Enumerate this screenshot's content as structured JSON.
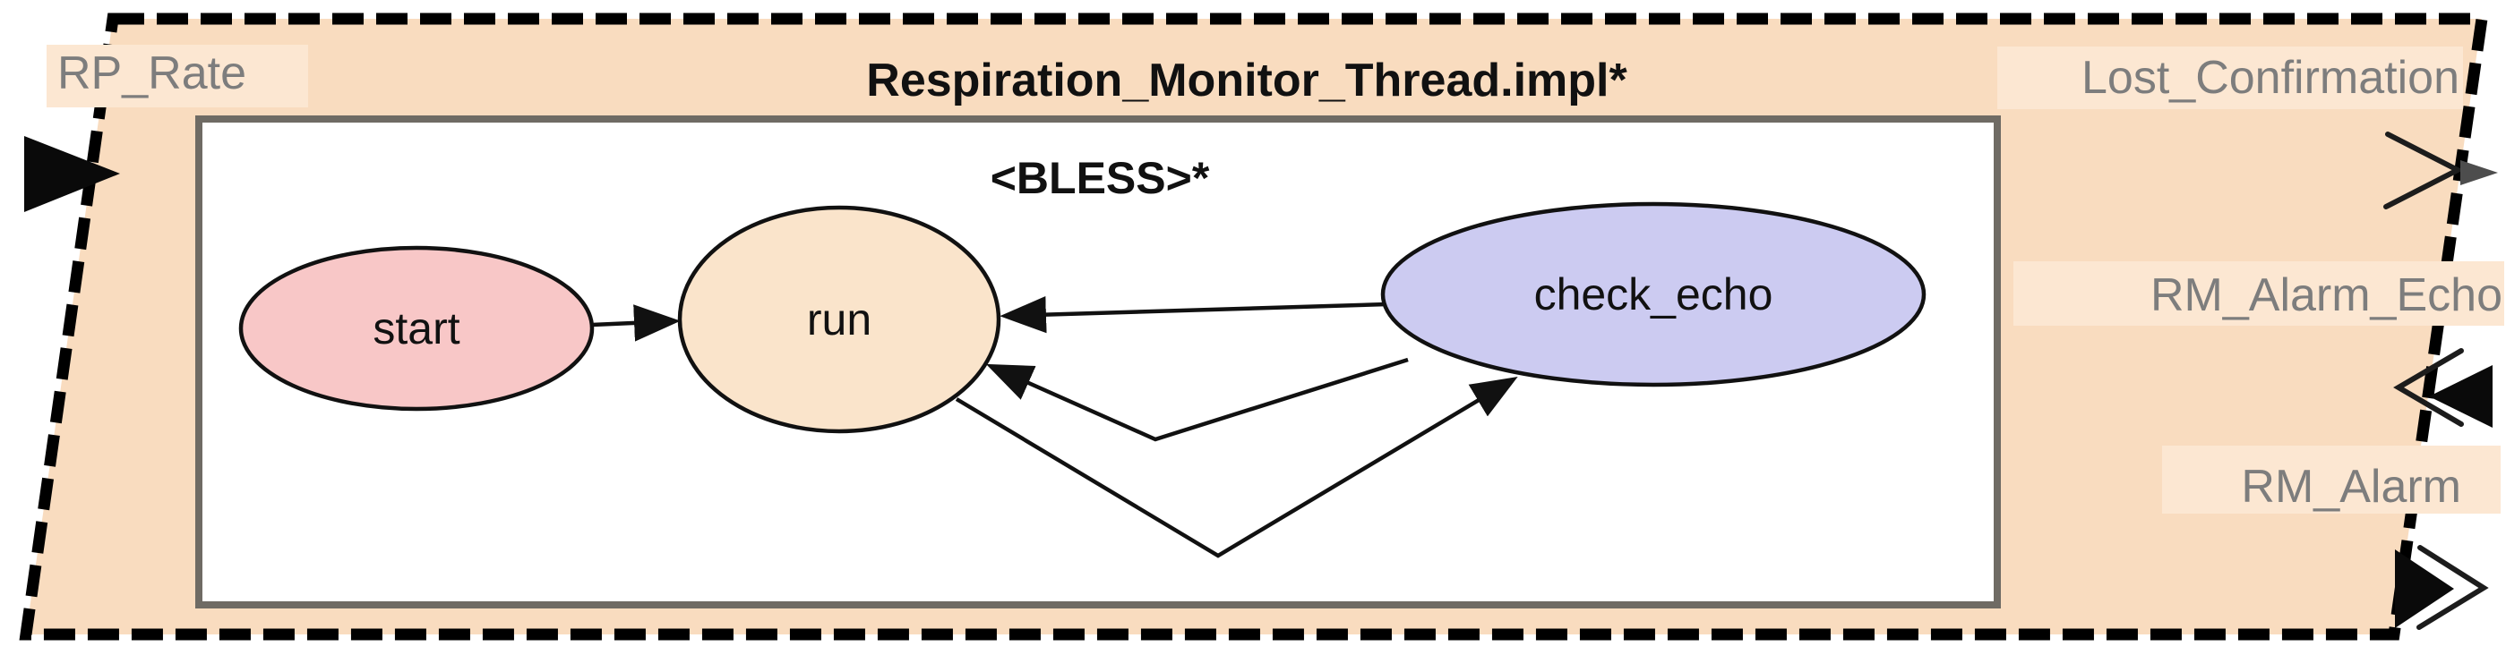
{
  "thread": {
    "title": "Respiration_Monitor_Thread.impl*",
    "annotation": "<BLESS>*",
    "fill": "#f9dcbf",
    "label_bg": "#fce7d2",
    "border_color": "#000000",
    "inner_fill": "#ffffff",
    "inner_border_color": "#6f6b64",
    "port_label_color": "#7d7d7d"
  },
  "states": [
    {
      "label": "start",
      "fill": "#f8c7c7"
    },
    {
      "label": "run",
      "fill": "#fae4cb"
    },
    {
      "label": "check_echo",
      "fill": "#cccbf1"
    }
  ],
  "ports": [
    {
      "label": "RP_Rate",
      "side": "left",
      "direction": "in"
    },
    {
      "label": "Lost_Confirmation",
      "side": "right",
      "direction": "out"
    },
    {
      "label": "RM_Alarm_Echo",
      "side": "right",
      "direction": "in"
    },
    {
      "label": "RM_Alarm",
      "side": "right",
      "direction": "out"
    }
  ],
  "transitions": [
    {
      "from": "start",
      "to": "run"
    },
    {
      "from": "check_echo",
      "to": "run"
    },
    {
      "from": "check_echo",
      "to": "run"
    },
    {
      "from": "run",
      "to": "check_echo"
    }
  ]
}
